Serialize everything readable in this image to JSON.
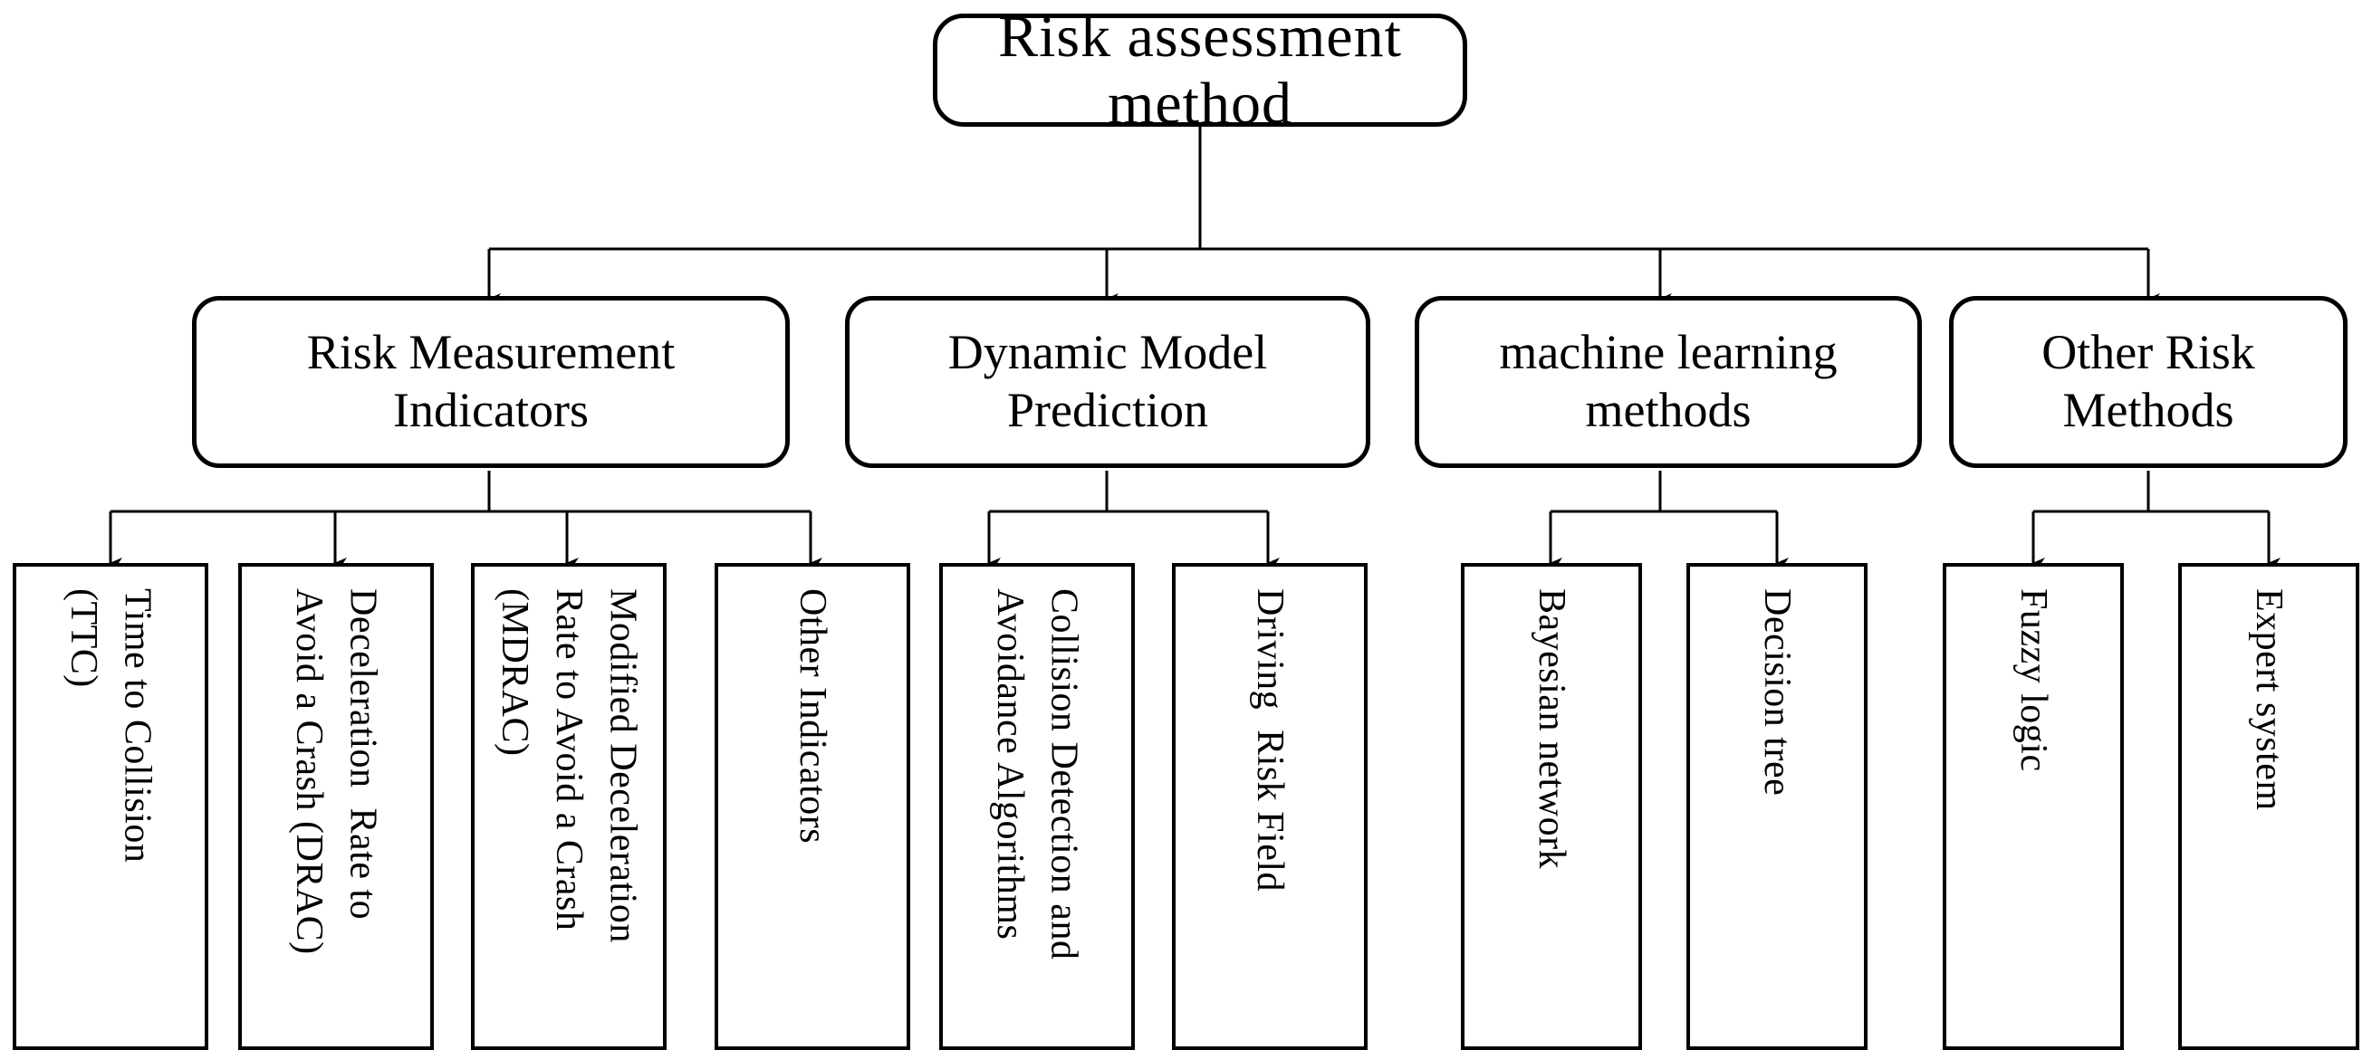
{
  "diagram": {
    "title": "Risk assessment method",
    "root": {
      "label": "Risk assessment method"
    },
    "level2": [
      {
        "label": "Risk Measurement\nIndicators"
      },
      {
        "label": "Dynamic Model\nPrediction"
      },
      {
        "label": "machine learning\nmethods"
      },
      {
        "label": "Other Risk\nMethods"
      }
    ],
    "leaves": [
      {
        "label": "Time to Collision\n(TTC)"
      },
      {
        "label": "Deceleration  Rate to\nAvoid a Crash (DRAC)"
      },
      {
        "label": "Modified Deceleration\nRate to Avoid a Crash\n(MDRAC)"
      },
      {
        "label": "Other Indicators"
      },
      {
        "label": "Collision Detection and\nAvoidance Algorithms"
      },
      {
        "label": "Driving  Risk Field"
      },
      {
        "label": "Bayesian network"
      },
      {
        "label": "Decision tree"
      },
      {
        "label": "Fuzzy logic"
      },
      {
        "label": "Expert system"
      }
    ],
    "colors": {
      "stroke": "#000000",
      "fill": "#ffffff",
      "text": "#000000"
    }
  }
}
